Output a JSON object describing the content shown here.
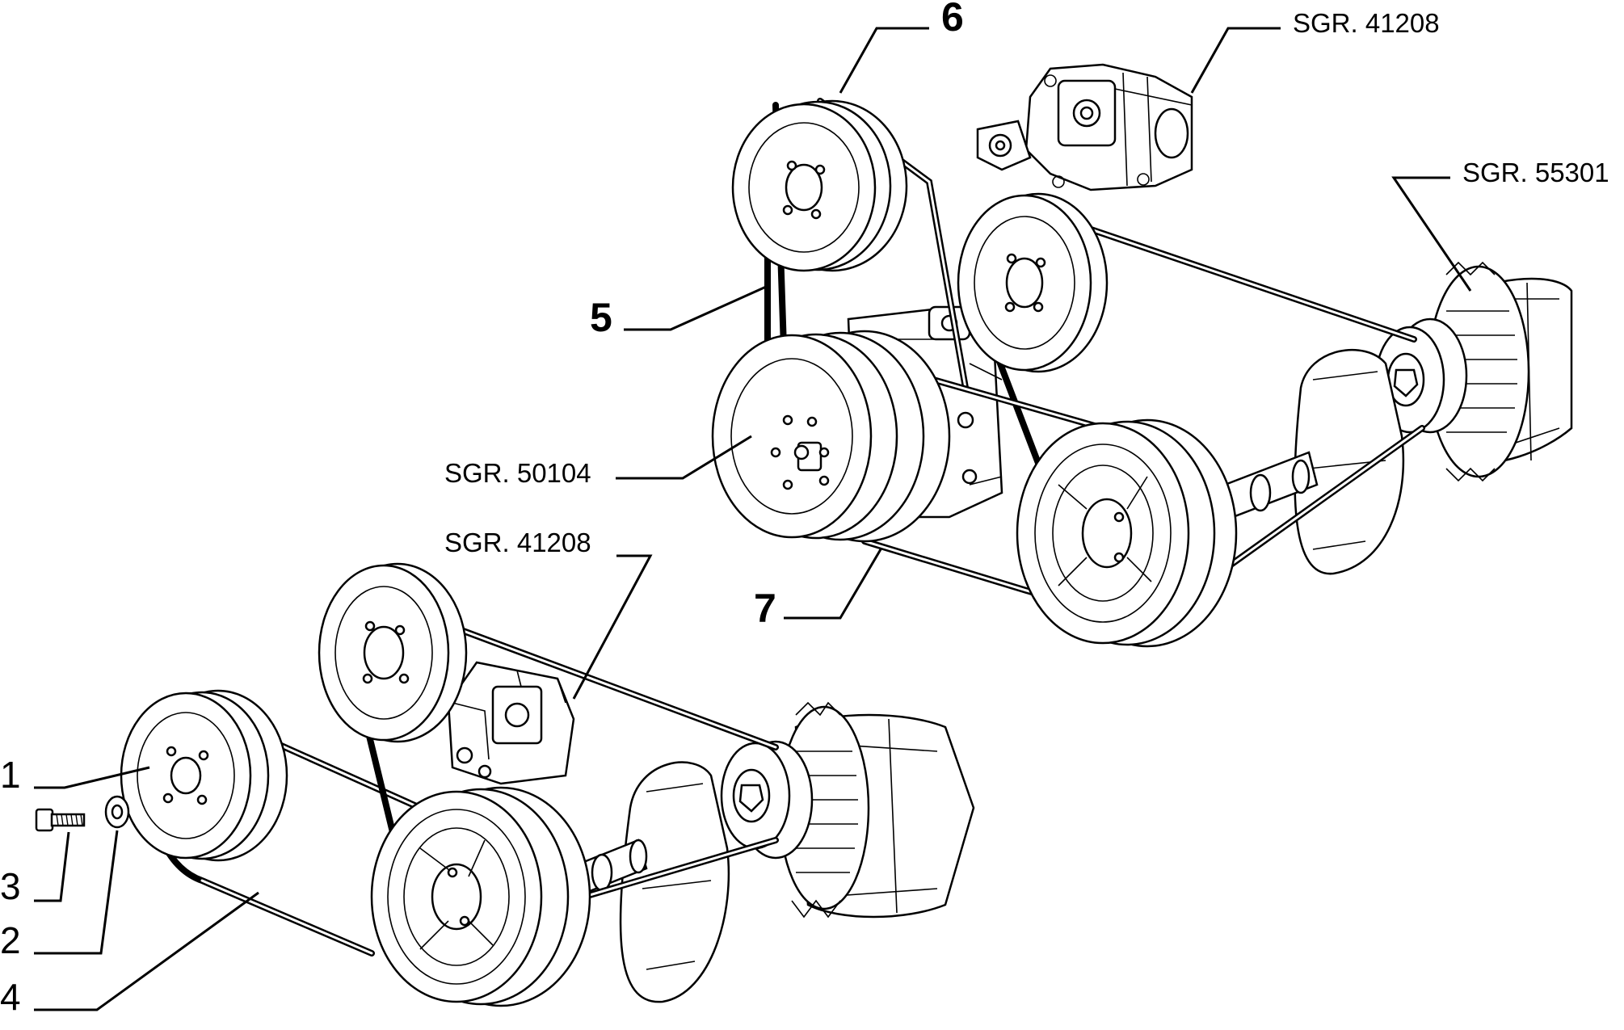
{
  "callouts": {
    "c1": "1",
    "c2": "2",
    "c3": "3",
    "c4": "4",
    "c5": "5",
    "c6": "6",
    "c7": "7",
    "ref_41208_top": "SGR. 41208",
    "ref_55301": "SGR. 55301",
    "ref_50104": "SGR. 50104",
    "ref_41208_bottom": "SGR. 41208"
  }
}
